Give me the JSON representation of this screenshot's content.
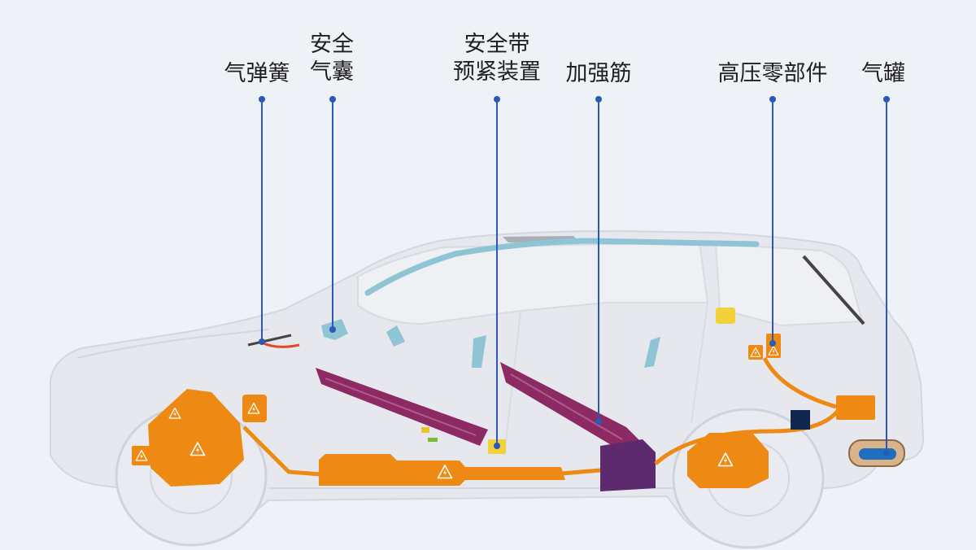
{
  "colors": {
    "background": "#eef1f5",
    "car_body": "#e6e8ee",
    "car_outline": "#d3d7df",
    "high_voltage_orange": "#ee8a14",
    "reinforcement_purple": "#8c2a63",
    "footwell_purple": "#5e2a6e",
    "airbag_blue": "#8fc4d4",
    "leader_line": "#2a5ab5",
    "gas_tank_brown": "#d9b48a",
    "gas_tank_blue": "#1f6ec0",
    "pretensioner_yellow": "#f2d13a",
    "dark_navy": "#13264e"
  },
  "callouts": [
    {
      "id": "gas-spring",
      "lines": [
        "气弹簧"
      ]
    },
    {
      "id": "airbag",
      "lines": [
        "安全",
        "气囊"
      ]
    },
    {
      "id": "seatbelt-pretensioner",
      "lines": [
        "安全带",
        "预紧装置"
      ]
    },
    {
      "id": "reinforcement-rib",
      "lines": [
        "加强筋"
      ]
    },
    {
      "id": "high-voltage-parts",
      "lines": [
        "高压零部件"
      ]
    },
    {
      "id": "gas-tank",
      "lines": [
        "气罐"
      ]
    }
  ],
  "icons": [
    "high-voltage-warning-icon"
  ]
}
